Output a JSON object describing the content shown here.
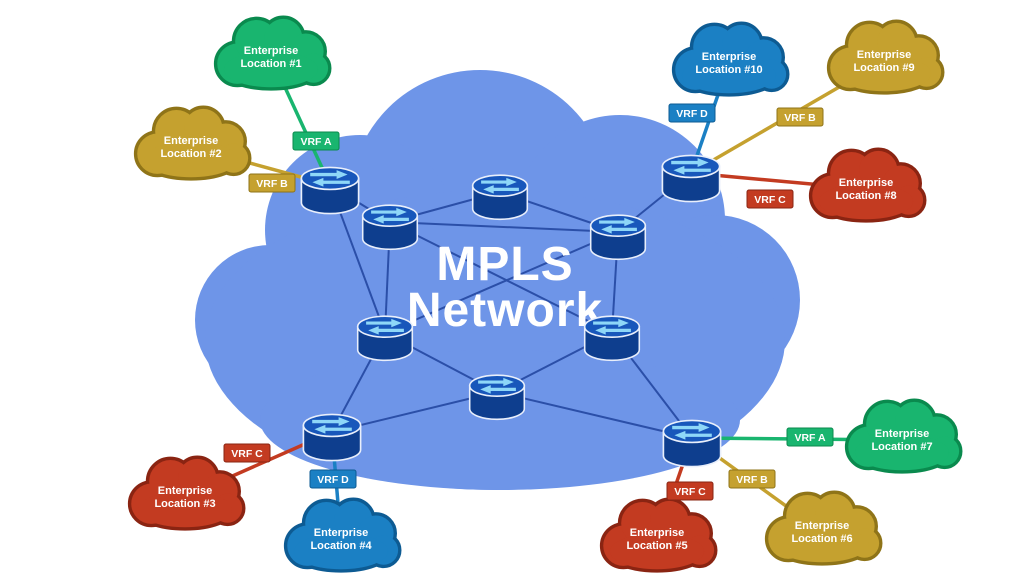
{
  "diagram_title": {
    "line1": "MPLS",
    "line2": "Network"
  },
  "colors": {
    "mpls_cloud": "#6e95e8",
    "mesh_line": "#2b4fa8",
    "router_body": "#0e3e8e",
    "router_top": "#1857bb",
    "router_arrows": "#8ed7f8",
    "router_outline": "#e9effb",
    "green": {
      "fill": "#19b56f",
      "stroke": "#0a8a4e"
    },
    "gold": {
      "fill": "#c5a12f",
      "stroke": "#8f7418"
    },
    "red": {
      "fill": "#c33b21",
      "stroke": "#8a2412"
    },
    "blue": {
      "fill": "#1b80c4",
      "stroke": "#0d5b93"
    }
  },
  "locations": [
    {
      "line1": "Enterprise",
      "line2": "Location #1",
      "vrf": "VRF A",
      "color": "green"
    },
    {
      "line1": "Enterprise",
      "line2": "Location #2",
      "vrf": "VRF B",
      "color": "gold"
    },
    {
      "line1": "Enterprise",
      "line2": "Location #3",
      "vrf": "VRF C",
      "color": "red"
    },
    {
      "line1": "Enterprise",
      "line2": "Location #4",
      "vrf": "VRF D",
      "color": "blue"
    },
    {
      "line1": "Enterprise",
      "line2": "Location #5",
      "vrf": "VRF C",
      "color": "red"
    },
    {
      "line1": "Enterprise",
      "line2": "Location #6",
      "vrf": "VRF B",
      "color": "gold"
    },
    {
      "line1": "Enterprise",
      "line2": "Location #7",
      "vrf": "VRF A",
      "color": "green"
    },
    {
      "line1": "Enterprise",
      "line2": "Location #8",
      "vrf": "VRF C",
      "color": "red"
    },
    {
      "line1": "Enterprise",
      "line2": "Location #9",
      "vrf": "VRF B",
      "color": "gold"
    },
    {
      "line1": "Enterprise",
      "line2": "Location #10",
      "vrf": "VRF D",
      "color": "blue"
    }
  ]
}
